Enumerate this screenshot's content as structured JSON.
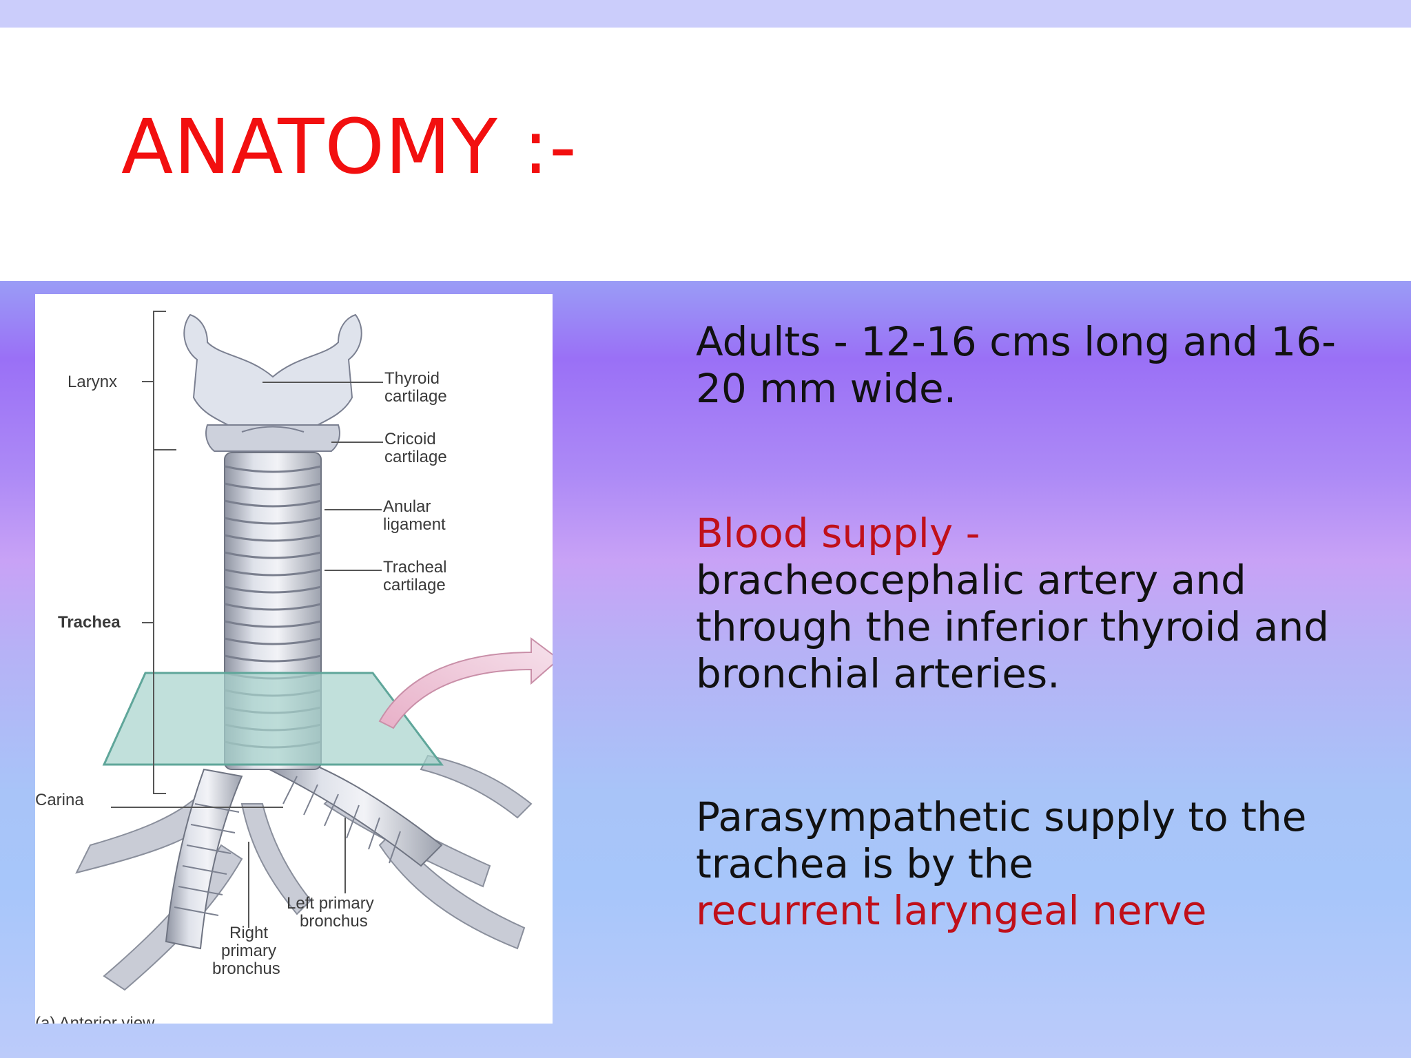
{
  "slide": {
    "title": "ANATOMY :-",
    "colors": {
      "title": "#f20f0f",
      "highlight": "#c0101a",
      "text": "#111111",
      "top_bar": "#cbcdfb"
    }
  },
  "figure": {
    "labels": {
      "larynx": "Larynx",
      "thyroid_1": "Thyroid",
      "thyroid_2": "cartilage",
      "cricoid_1": "Cricoid",
      "cricoid_2": "cartilage",
      "anular_1": "Anular",
      "anular_2": "ligament",
      "tracheal_1": "Tracheal",
      "tracheal_2": "cartilage",
      "trachea": "Trachea",
      "carina": "Carina",
      "left_1": "Left primary",
      "left_2": "bronchus",
      "right_1": "Right",
      "right_2": "primary",
      "right_3": "bronchus",
      "view": "(a) Anterior view"
    }
  },
  "content": {
    "adults": "Adults -  12-16 cms long and 16-20 mm wide.",
    "blood_label": "Blood supply -",
    "blood_text": "bracheocephalic artery and through the inferior thyroid and bronchial arteries.",
    "para_text": "Parasympathetic supply to the trachea is by the",
    "para_highlight": "recurrent laryngeal nerve"
  }
}
